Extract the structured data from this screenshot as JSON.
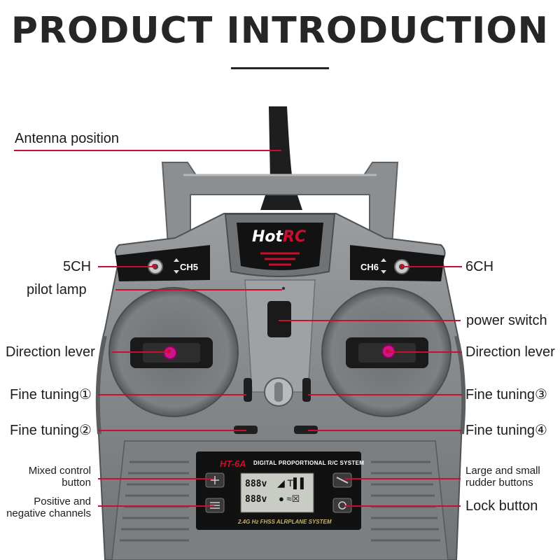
{
  "title": "PRODUCT INTRODUCTION",
  "device": {
    "brand_part1": "Hot",
    "brand_part2": "RC",
    "ch5_label": "CH5",
    "ch6_label": "CH6",
    "model": "HT-6A",
    "header_text": "DIGITAL PROPORTIONAL R/C SYSTEM",
    "footer_text": "2.4G Hz FHSS ALRPLANE SYSTEM",
    "lcd_row1": "888v",
    "lcd_row2": "888v"
  },
  "labels": {
    "antenna": "Antenna position",
    "ch5": "5CH",
    "ch6": "6CH",
    "pilot_lamp": "pilot lamp",
    "power_switch": "power switch",
    "direction_left": "Direction lever",
    "direction_right": "Direction lever",
    "fine1": "Fine tuning①",
    "fine2": "Fine tuning②",
    "fine3": "Fine tuning③",
    "fine4": "Fine tuning④",
    "mixed_line1": "Mixed control",
    "mixed_line2": "button",
    "posneg_line1": "Positive and",
    "posneg_line2": "negative channels",
    "rudder_line1": "Large and small",
    "rudder_line2": "rudder buttons",
    "lock": "Lock button"
  },
  "colors": {
    "accent": "#c8102e",
    "body": "#8a8d90",
    "body_dark": "#5c6064",
    "panel": "#1a1a1a",
    "stick": "#d0138a"
  }
}
